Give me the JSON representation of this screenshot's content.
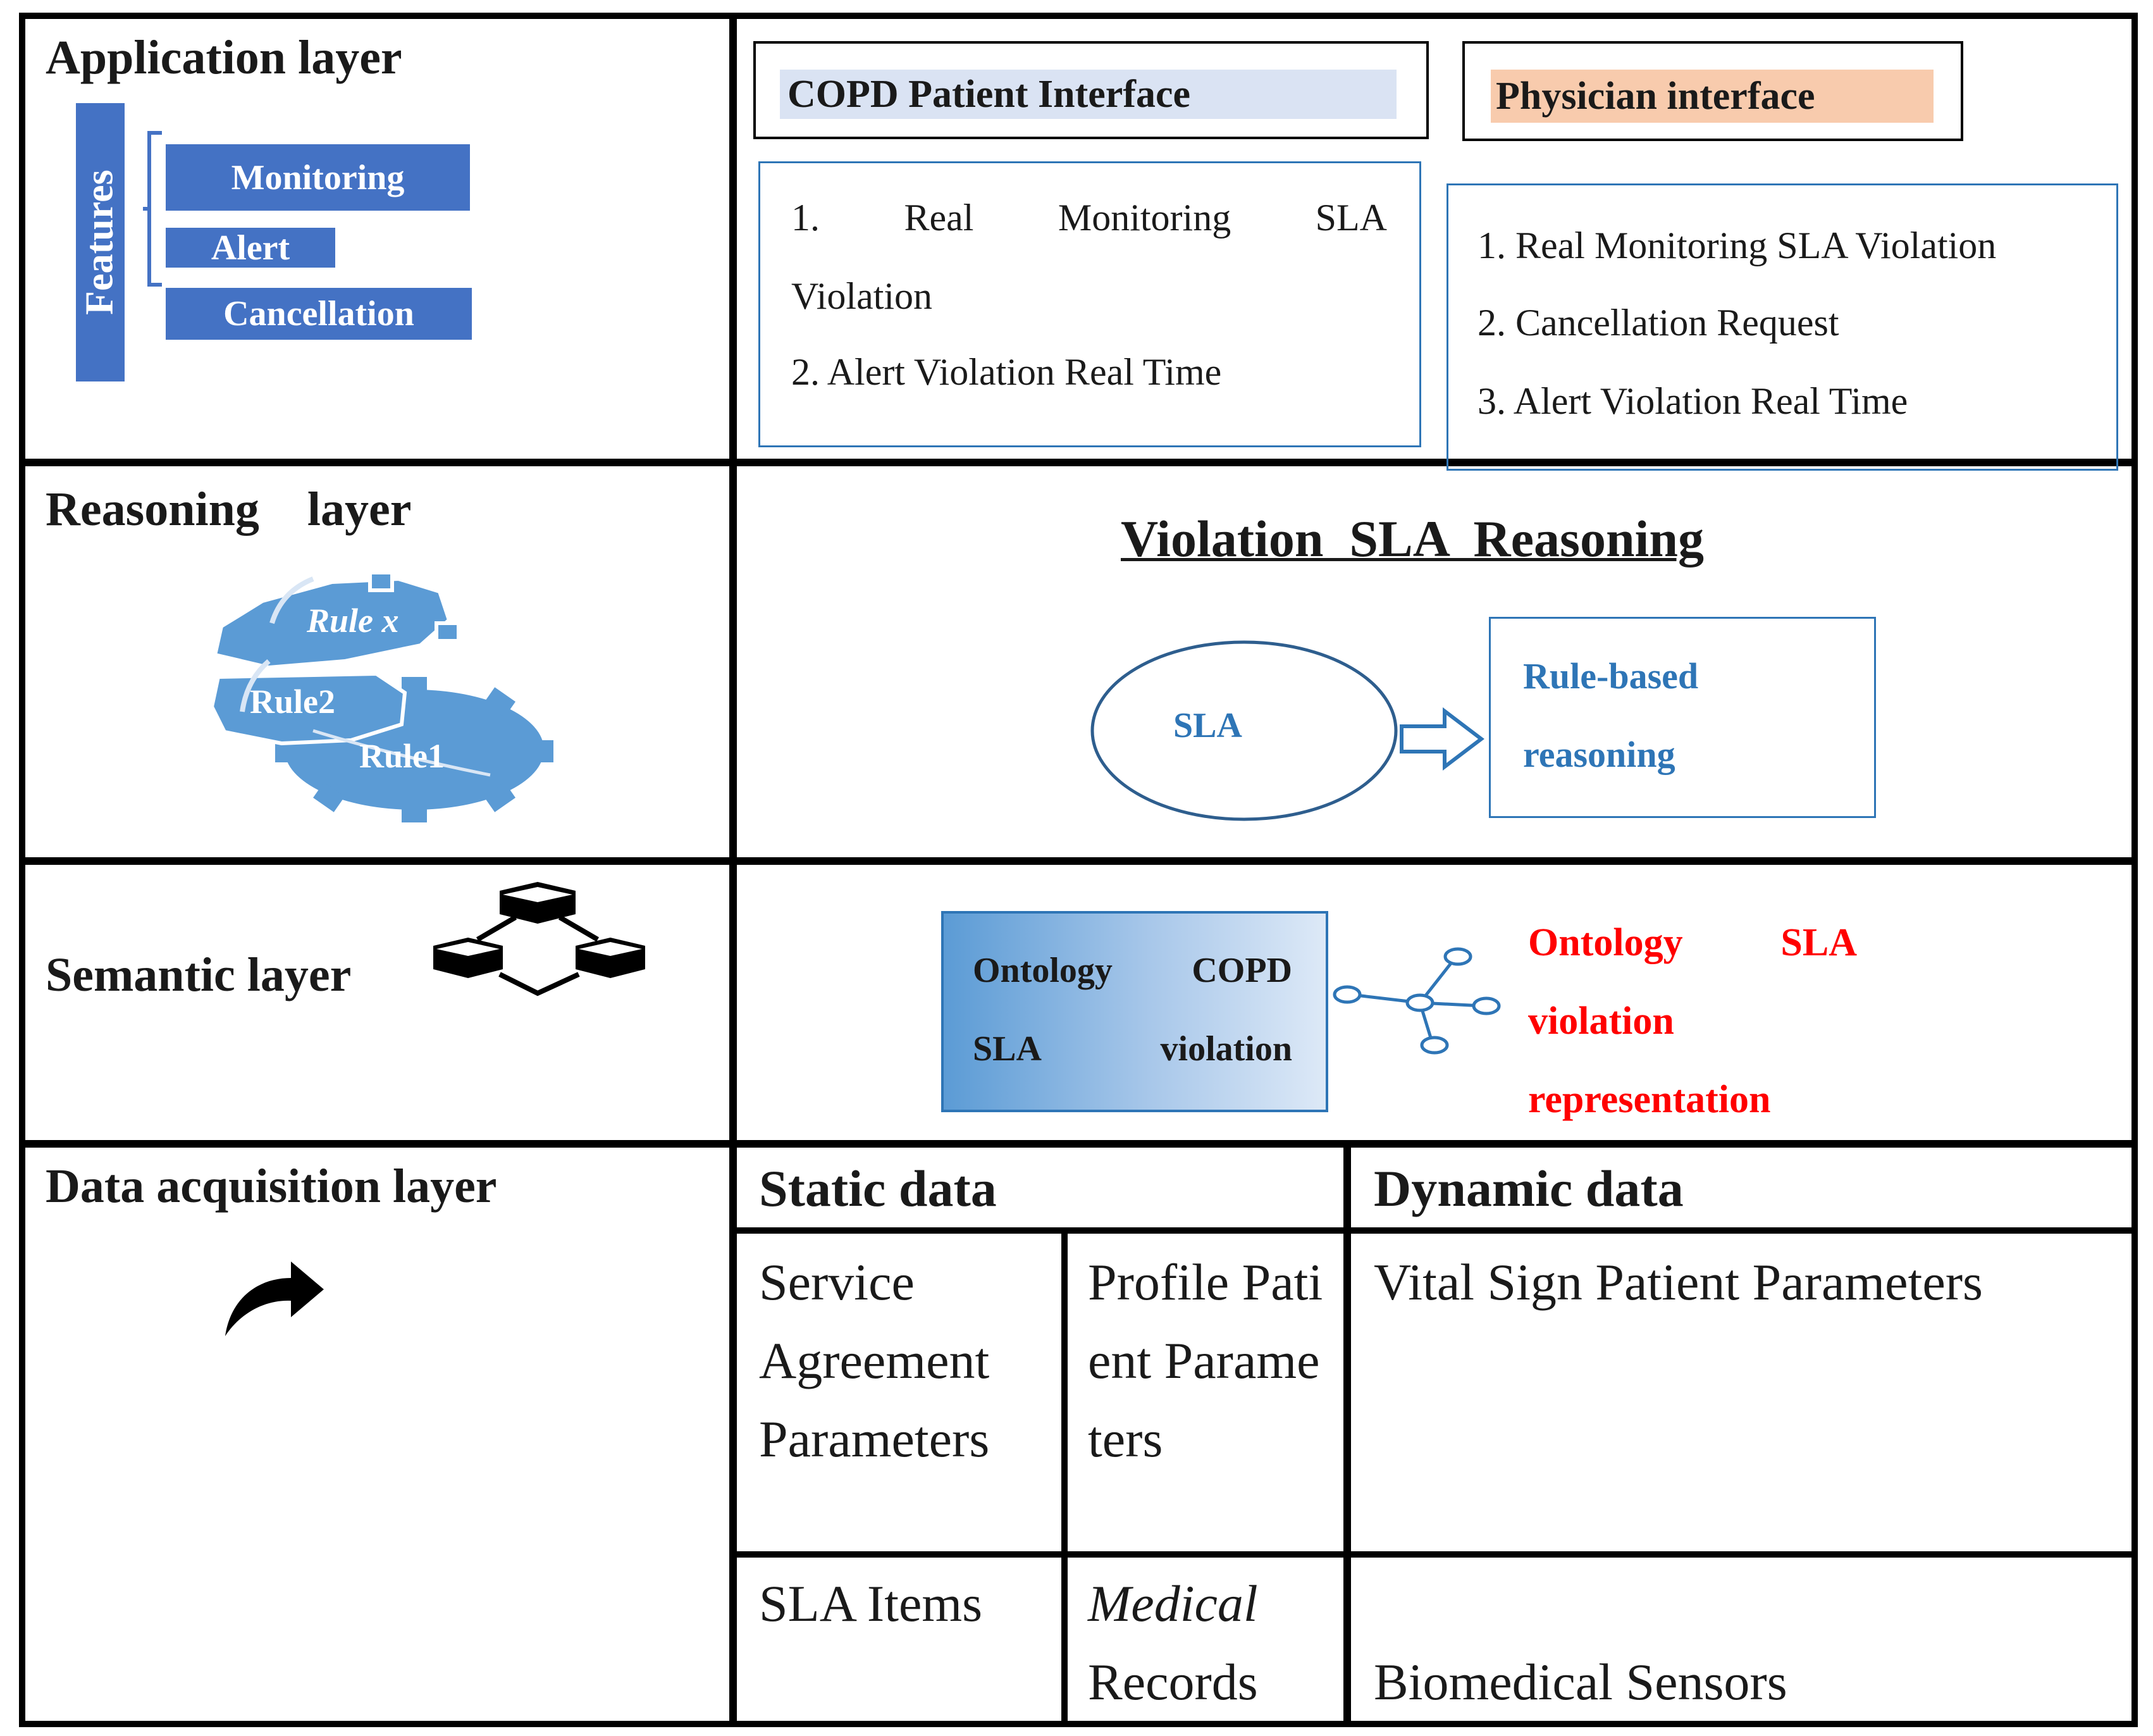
{
  "application": {
    "title": "Application layer",
    "features_label": "Features",
    "features": [
      "Monitoring",
      "Alert",
      "Cancellation"
    ],
    "patient_interface": {
      "title": "COPD Patient Interface",
      "items": [
        "1. Real Monitoring SLA Violation",
        "2. Alert Violation Real Time"
      ]
    },
    "physician_interface": {
      "title": "Physician interface",
      "items": [
        "1. Real Monitoring SLA Violation",
        "2. Cancellation Request",
        "3. Alert Violation Real Time"
      ]
    }
  },
  "reasoning": {
    "title": "Reasoning    layer",
    "gear_rules": [
      "Rule x",
      "Rule2",
      "Rule1"
    ],
    "heading": "Violation  SLA  Reasoning",
    "sla_label": "SLA",
    "rule_box": "Rule-based reasoning"
  },
  "semantic": {
    "title": "Semantic layer",
    "ontology_box": "Ontology COPD SLA violation",
    "representation": "Ontology SLA violation representation"
  },
  "data_acquisition": {
    "title": "Data acquisition layer",
    "static_header": "Static data",
    "dynamic_header": "Dynamic data",
    "service_agreement": "Service Agreement Parameters",
    "profile_patient": "Profile Patient Parameters",
    "vital_sign": "Vital Sign Patient Parameters",
    "sla_items": "SLA Items",
    "medical_records_italic": "Medical",
    "medical_records_rest": "Records",
    "biomedical": "Biomedical Sensors"
  },
  "colors": {
    "feature_blue": "#4472c4",
    "patient_title_bg": "#dae3f3",
    "physician_title_bg": "#f8cbad",
    "accent_blue": "#2e75b6",
    "gear_blue": "#5b9bd5",
    "red_text": "#ff0000"
  }
}
